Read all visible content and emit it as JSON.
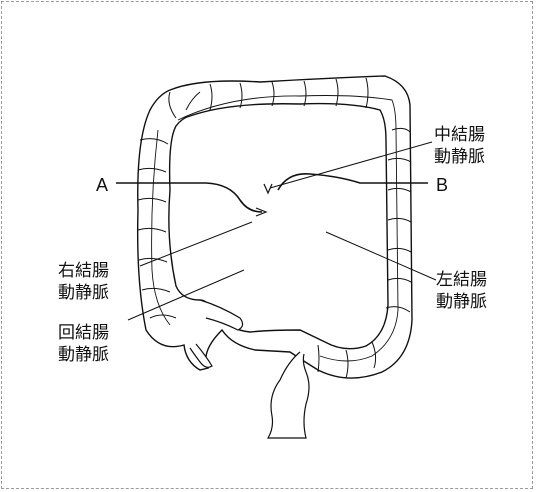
{
  "labels": {
    "a": "A",
    "b": "B",
    "middle_colic_line1": "中結腸",
    "middle_colic_line2": "動静脈",
    "right_colic_line1": "右結腸",
    "right_colic_line2": "動静脈",
    "ileocolic_line1": "回結腸",
    "ileocolic_line2": "動静脈",
    "left_colic_line1": "左結腸",
    "left_colic_line2": "動静脈"
  },
  "colors": {
    "ink": "#111111",
    "frame": "#9a9a9a",
    "vessel": "#bdbdbd"
  }
}
